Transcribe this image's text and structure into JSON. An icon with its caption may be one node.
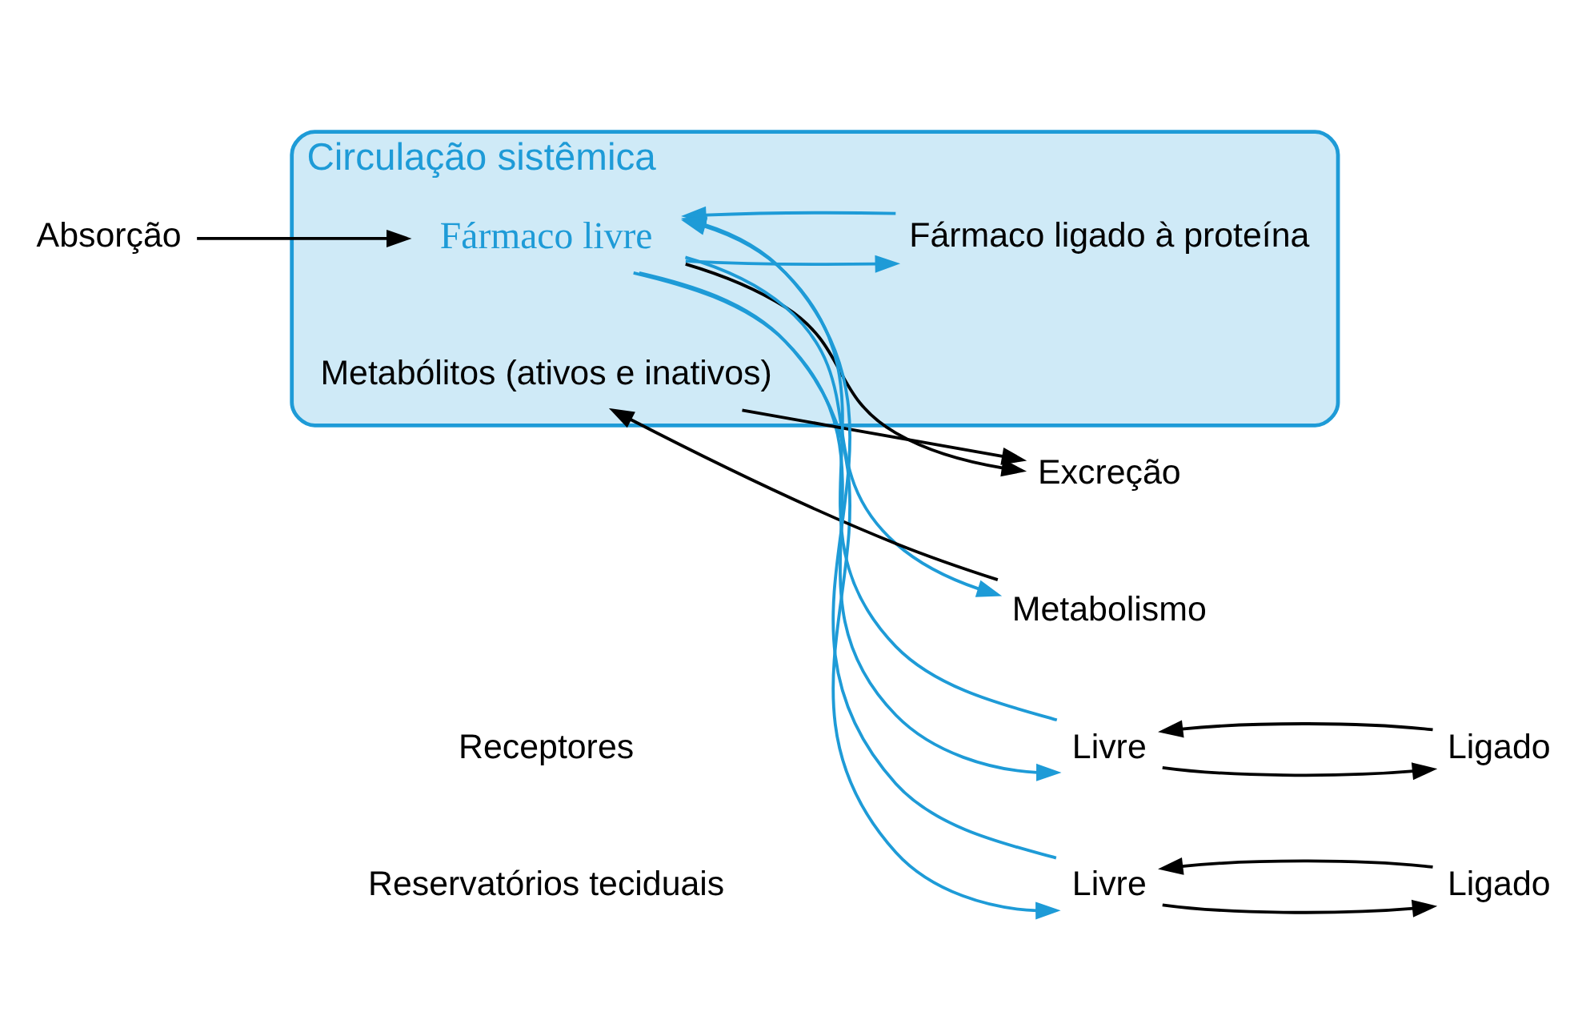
{
  "diagram": {
    "nodes": [
      {
        "text": [
          "Circulação sistêmica"
        ]
      },
      {
        "text": [
          "Fármaco livre"
        ],
        "in": 0
      },
      {
        "text": [
          "Fármaco ligado à proteína"
        ],
        "in": 0
      },
      {
        "text": [
          "Metabólitos (ativos e inativos)"
        ],
        "in": 0
      },
      {
        "text": [
          "Absorção"
        ]
      },
      {
        "text": [
          "Excreção"
        ]
      },
      {
        "text": [
          "Metabolismo"
        ]
      },
      {
        "text": [
          "Livre"
        ]
      },
      {
        "text": [
          "Ligado"
        ]
      },
      {
        "text": [
          "Livre"
        ]
      },
      {
        "text": [
          "Ligado"
        ]
      }
    ],
    "edges": [
      {
        "from": 4,
        "to": 1,
        "arrow": "to"
      },
      {
        "from": 1,
        "to": 5,
        "arrow": "to"
      },
      {
        "from": 3,
        "to": 5,
        "arrow": "to"
      },
      {
        "from": 1,
        "to": 7,
        "arrow": "to",
        "color": "#1e9bd7"
      },
      {
        "from": 7,
        "to": 1,
        "arrow": "to",
        "color": "#1e9bd7"
      },
      {
        "from": 1,
        "to": 9,
        "arrow": "to",
        "color": "#1e9bd7"
      },
      {
        "from": 9,
        "to": 1,
        "arrow": "to",
        "color": "#1e9bd7"
      },
      {
        "from": 2,
        "to": 1,
        "arrow": "to",
        "color": "#1e9bd7"
      },
      {
        "from": 1,
        "to": 2,
        "arrow": "to",
        "color": "#1e9bd7"
      },
      {
        "from": 1,
        "to": 6,
        "arrow": "to",
        "color": "#1e9bd7"
      },
      {
        "from": 6,
        "to": 3,
        "arrow": "to"
      },
      {
        "from": 8,
        "to": 7,
        "arrow": "to"
      },
      {
        "from": 7,
        "to": 8,
        "arrow": "to"
      },
      {
        "from": 10,
        "to": 9,
        "arrow": "to"
      },
      {
        "from": 9,
        "to": 10,
        "arrow": "to"
      }
    ],
    "labels": [
      "Receptores",
      "Reservatórios teciduais"
    ]
  }
}
